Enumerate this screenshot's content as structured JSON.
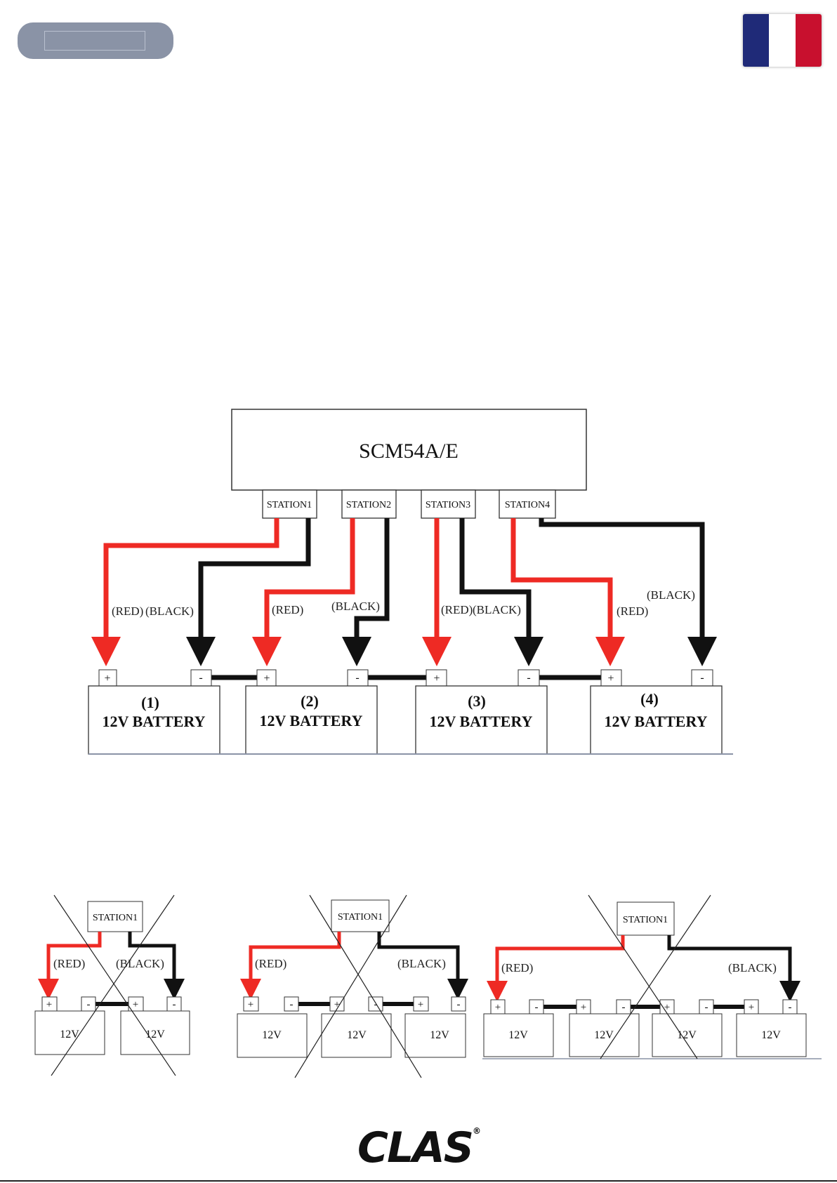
{
  "header": {
    "accent_color": "#8a93a6",
    "flag_colors": [
      "#1f2a78",
      "#ffffff",
      "#c8102e"
    ]
  },
  "main_diagram": {
    "device": "SCM54A/E",
    "stations": [
      "STATION1",
      "STATION2",
      "STATION3",
      "STATION4"
    ],
    "wire_labels": {
      "red": "(RED)",
      "black": "(BLACK)"
    },
    "terminal_plus": "+",
    "terminal_minus": "-",
    "batteries": [
      {
        "number": "(1)",
        "label": "12V BATTERY"
      },
      {
        "number": "(2)",
        "label": "12V BATTERY"
      },
      {
        "number": "(3)",
        "label": "12V BATTERY"
      },
      {
        "number": "(4)",
        "label": "12V BATTERY"
      }
    ],
    "wire_colors": {
      "red": "#ee2a24",
      "black": "#111111"
    }
  },
  "wrong_examples": {
    "station": "STATION1",
    "red_label": "(RED)",
    "black_label": "(BLACK)",
    "battery_label": "12V",
    "terminal_plus": "+",
    "terminal_minus": "-"
  },
  "footer": {
    "logo": "CLAS",
    "registered": "®"
  }
}
